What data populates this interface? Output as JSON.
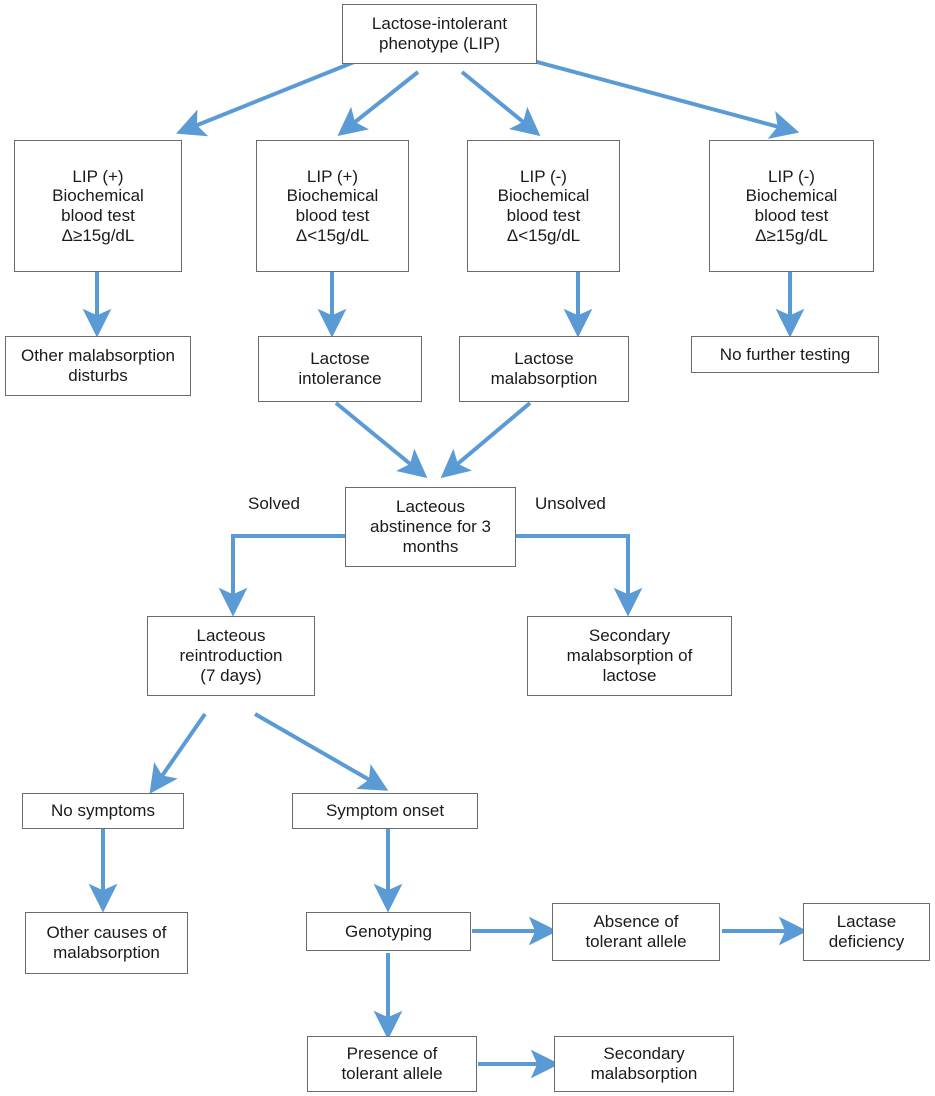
{
  "diagram": {
    "title": "Lactose-intolerant phenotype diagnostic algorithm",
    "arrow_color": "#5b9bd5",
    "box_border_color": "#6b6b6b",
    "background_color": "#ffffff",
    "text_color": "#1a1a1a"
  },
  "nodes": {
    "root": {
      "line1": "Lactose-intolerant",
      "line2": "phenotype (LIP)"
    },
    "lip_pos_high": {
      "line1": "LIP  (+)",
      "line2": "Biochemical",
      "line3": "blood test",
      "line4": "Δ≥15g/dL"
    },
    "lip_pos_low": {
      "line1": "LIP (+)",
      "line2": "Biochemical",
      "line3": "blood test",
      "line4": "Δ<15g/dL"
    },
    "lip_neg_low": {
      "line1": "LIP (-)",
      "line2": "Biochemical",
      "line3": "blood test",
      "line4": "Δ<15g/dL"
    },
    "lip_neg_high": {
      "line1": "LIP (-)",
      "line2": "Biochemical",
      "line3": "blood test",
      "line4": "Δ≥15g/dL"
    },
    "other_malabsorption_disturbs": {
      "line1": "Other  malabsorption",
      "line2": "disturbs"
    },
    "lactose_intolerance": {
      "line1": "Lactose",
      "line2": "intolerance"
    },
    "lactose_malabsorption": {
      "line1": "Lactose",
      "line2": "malabsorption"
    },
    "no_further_testing": {
      "line1": "No further testing"
    },
    "lacteous_abstinence": {
      "line1": "Lacteous",
      "line2": "abstinence for 3",
      "line3": "months"
    },
    "lacteous_reintroduction": {
      "line1": "Lacteous",
      "line2": "reintroduction",
      "line3": "(7 days)"
    },
    "secondary_malabsorption_lactose": {
      "line1": "Secondary",
      "line2": "malabsorption of",
      "line3": "lactose"
    },
    "no_symptoms": {
      "line1": "No symptoms"
    },
    "symptom_onset": {
      "line1": "Symptom  onset"
    },
    "other_causes_malabsorption": {
      "line1": "Other causes of",
      "line2": "malabsorption"
    },
    "genotyping": {
      "line1": "Genotyping"
    },
    "absence_tolerant_allele": {
      "line1": "Absence of",
      "line2": "tolerant allele"
    },
    "lactase_deficiency": {
      "line1": "Lactase",
      "line2": "deficiency"
    },
    "presence_tolerant_allele": {
      "line1": "Presence of",
      "line2": "tolerant allele"
    },
    "secondary_malabsorption": {
      "line1": "Secondary",
      "line2": "malabsorption"
    }
  },
  "edge_labels": {
    "solved": "Solved",
    "unsolved": "Unsolved"
  }
}
